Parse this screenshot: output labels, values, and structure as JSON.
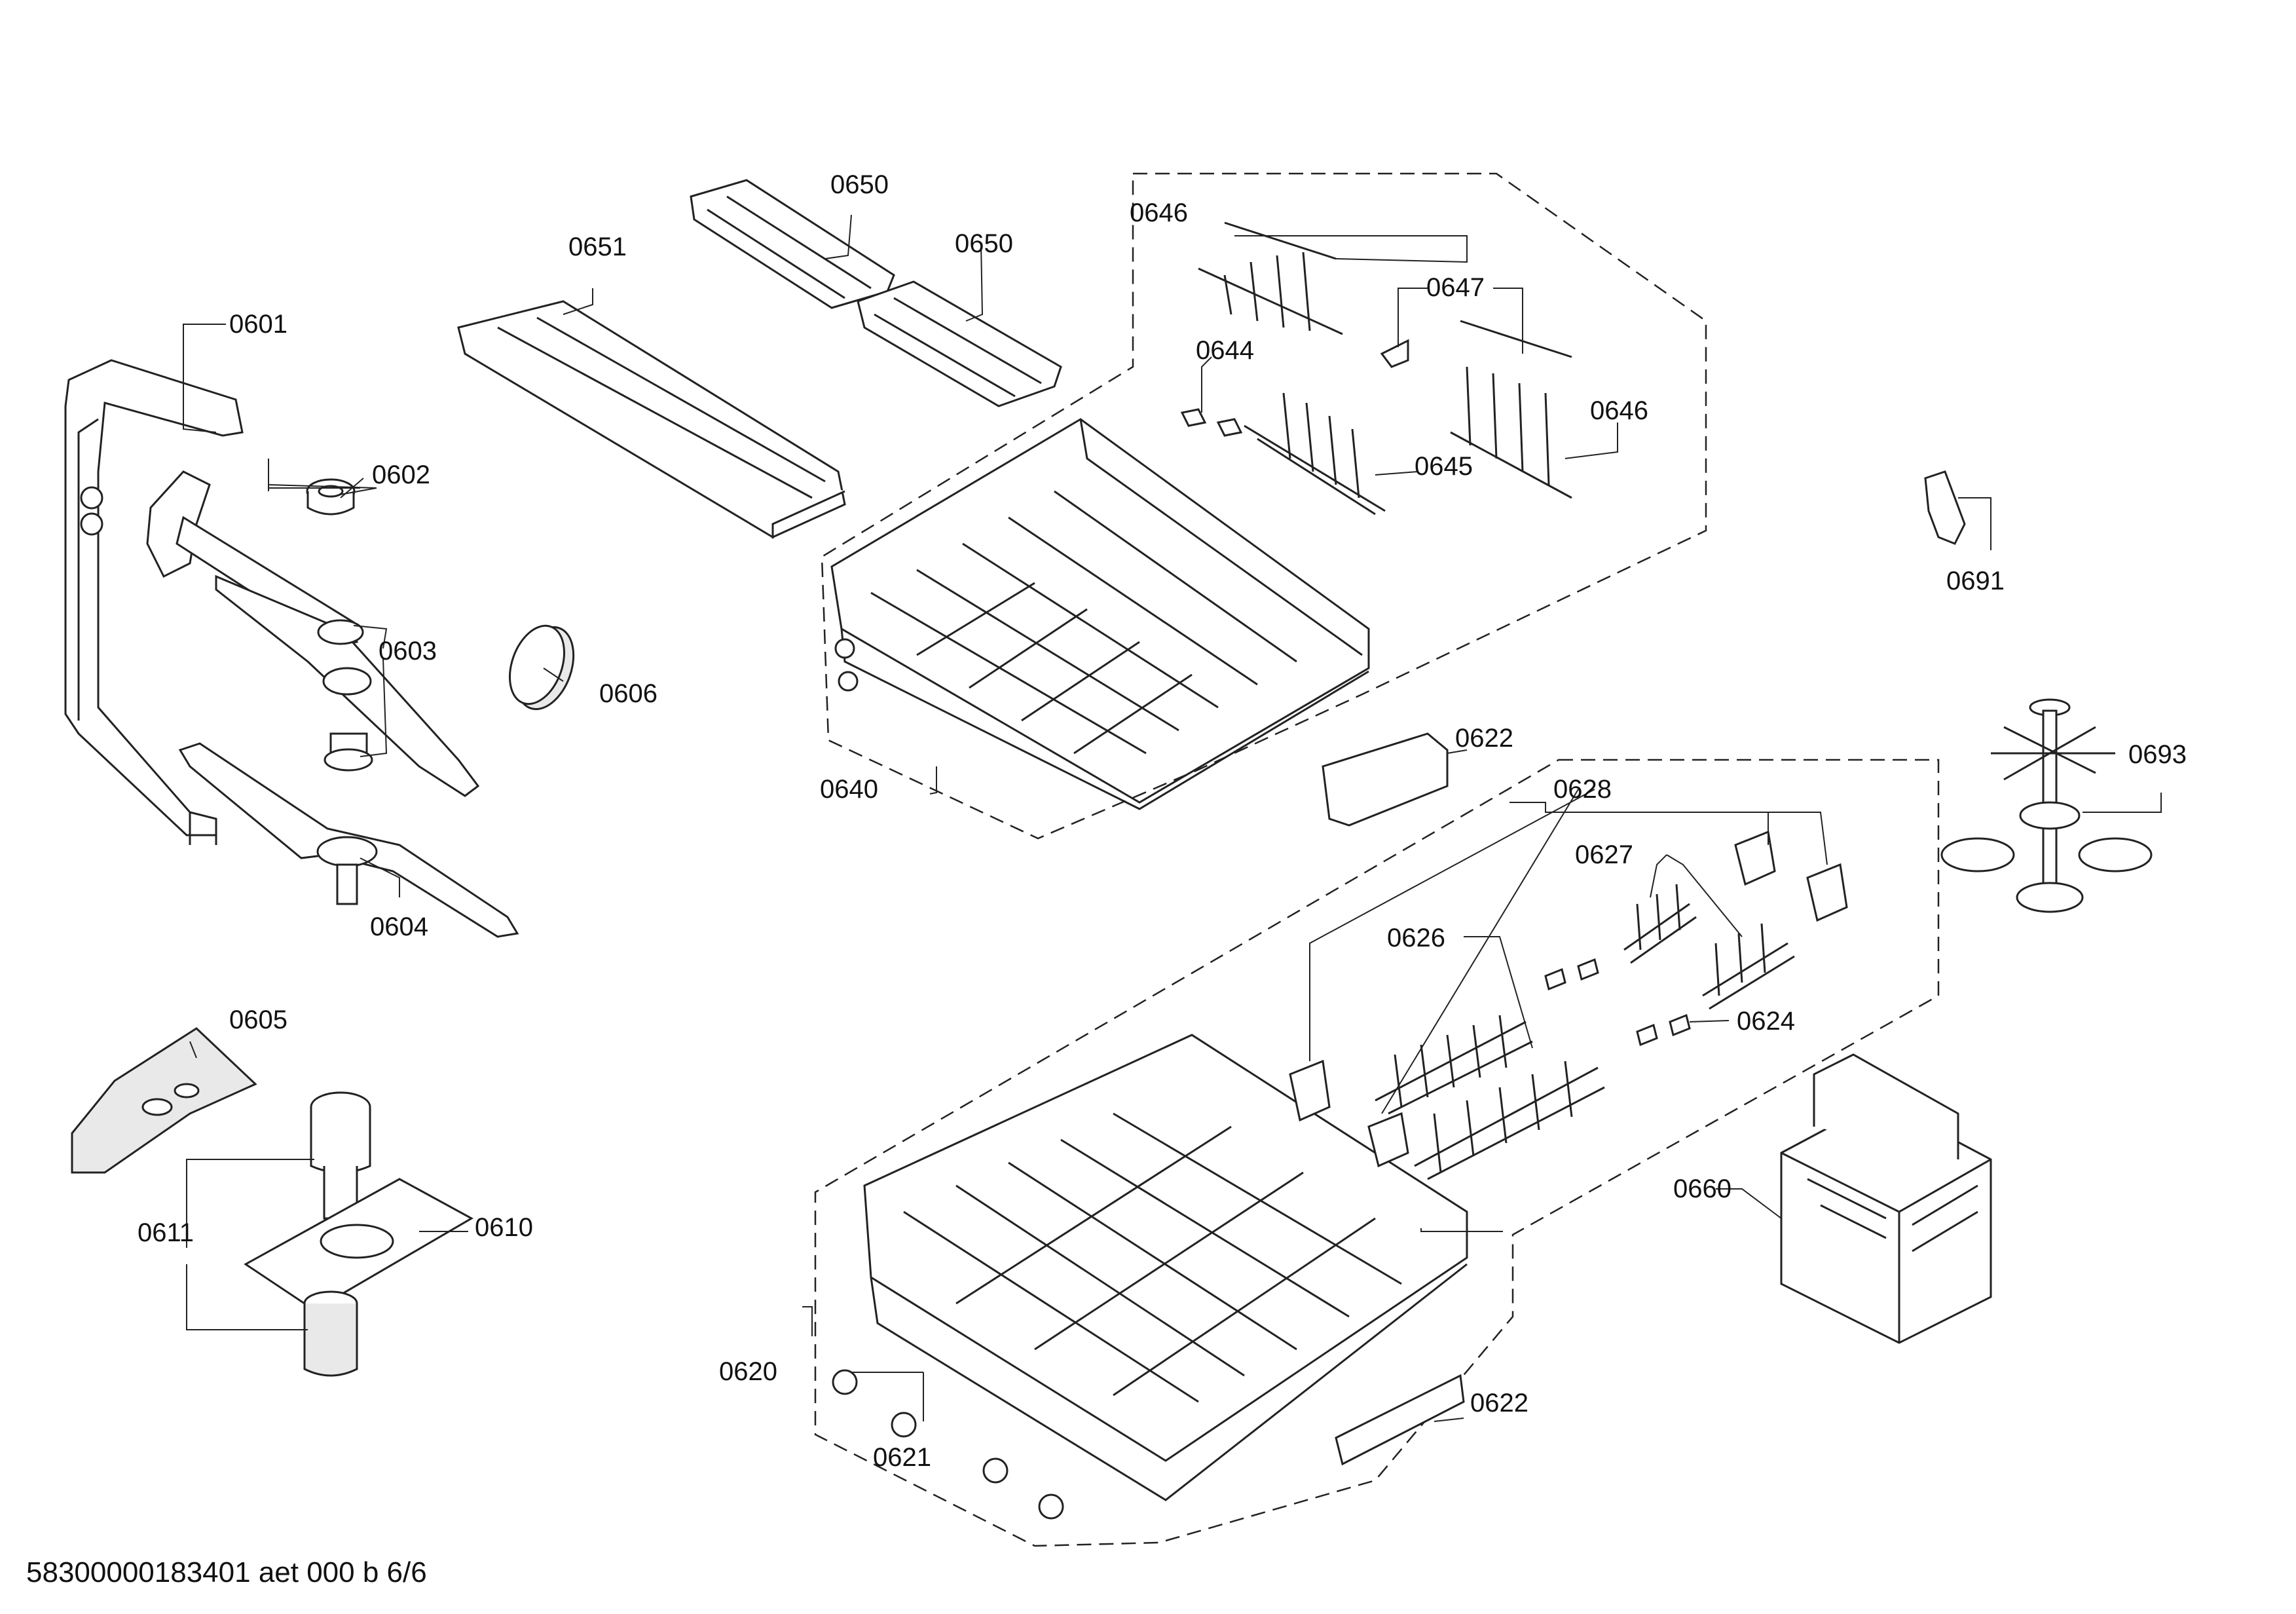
{
  "footer": "58300000183401 aet 000 b 6/6",
  "callouts": {
    "c0601": "0601",
    "c0602": "0602",
    "c0603": "0603",
    "c0604": "0604",
    "c0605": "0605",
    "c0606": "0606",
    "c0610": "0610",
    "c0611": "0611",
    "c0620": "0620",
    "c0621": "0621",
    "c0622a": "0622",
    "c0622b": "0622",
    "c0624": "0624",
    "c0626": "0626",
    "c0627": "0627",
    "c0628": "0628",
    "c0640": "0640",
    "c0644": "0644",
    "c0645": "0645",
    "c0646a": "0646",
    "c0646b": "0646",
    "c0647": "0647",
    "c0650a": "0650",
    "c0650b": "0650",
    "c0651": "0651",
    "c0660": "0660",
    "c0691": "0691",
    "c0693": "0693"
  }
}
